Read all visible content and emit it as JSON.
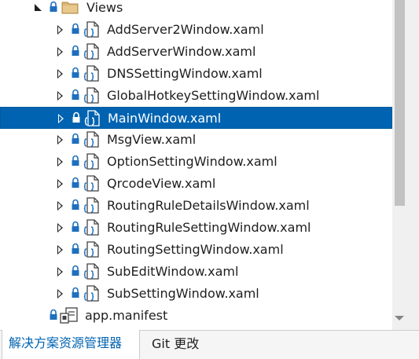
{
  "tree": {
    "folder": {
      "label": "Views"
    },
    "items": [
      {
        "label": "AddServer2Window.xaml",
        "selected": false
      },
      {
        "label": "AddServerWindow.xaml",
        "selected": false
      },
      {
        "label": "DNSSettingWindow.xaml",
        "selected": false
      },
      {
        "label": "GlobalHotkeySettingWindow.xaml",
        "selected": false
      },
      {
        "label": "MainWindow.xaml",
        "selected": true
      },
      {
        "label": "MsgView.xaml",
        "selected": false
      },
      {
        "label": "OptionSettingWindow.xaml",
        "selected": false
      },
      {
        "label": "QrcodeView.xaml",
        "selected": false
      },
      {
        "label": "RoutingRuleDetailsWindow.xaml",
        "selected": false
      },
      {
        "label": "RoutingRuleSettingWindow.xaml",
        "selected": false
      },
      {
        "label": "RoutingSettingWindow.xaml",
        "selected": false
      },
      {
        "label": "SubEditWindow.xaml",
        "selected": false
      },
      {
        "label": "SubSettingWindow.xaml",
        "selected": false
      }
    ],
    "manifest": {
      "label": "app.manifest"
    }
  },
  "tabs": [
    {
      "label": "解决方案资源管理器",
      "active": true
    },
    {
      "label": "Git 更改",
      "active": false
    }
  ],
  "colors": {
    "selection": "#0063b1",
    "accent_tab_text": "#0063b1",
    "folder": "#dcb67a",
    "xaml_icon": "#1e6fbd"
  }
}
